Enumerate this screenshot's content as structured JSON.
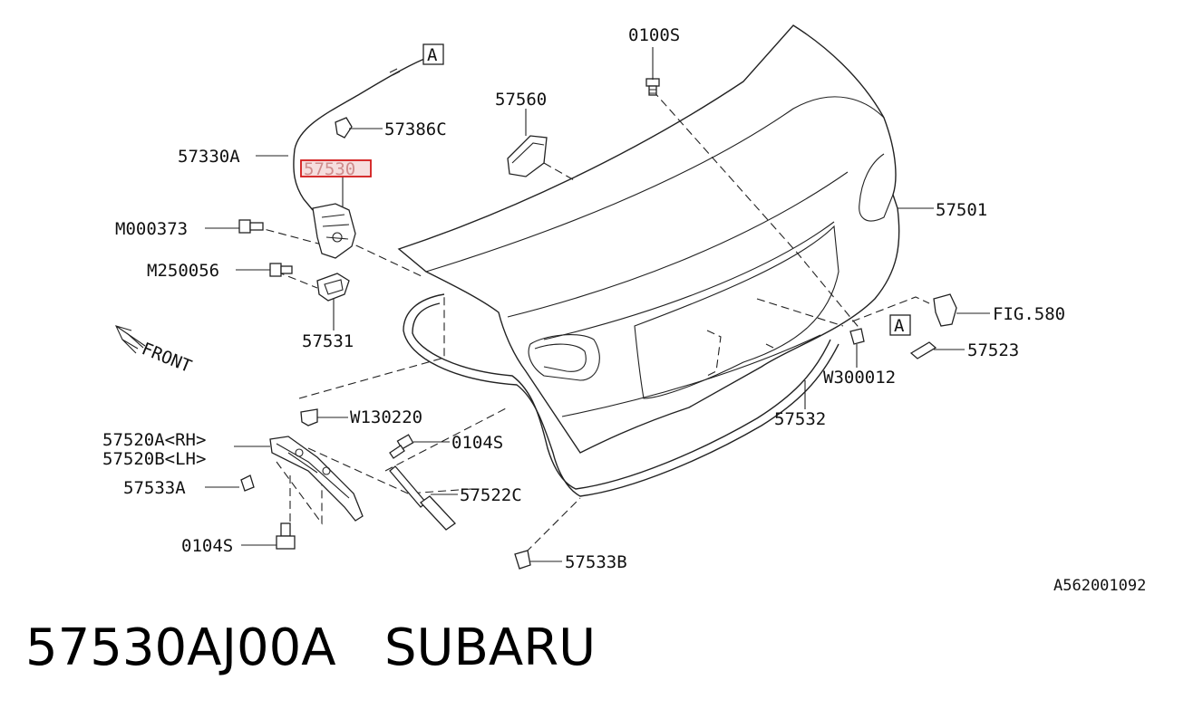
{
  "labels": {
    "p0100S_top": "0100S",
    "p57560": "57560",
    "p57386C": "57386C",
    "p57330A": "57330A",
    "p57530": "57530",
    "pM000373": "M000373",
    "pM250056": "M250056",
    "p57531": "57531",
    "front": "FRONT",
    "p57501": "57501",
    "pFIG580": "FIG.580",
    "p57523": "57523",
    "pW300012": "W300012",
    "p57532": "57532",
    "pW130220": "W130220",
    "p57520A": "57520A<RH>",
    "p57520B": "57520B<LH>",
    "p0104S_mid": "0104S",
    "p57533A": "57533A",
    "p57522C": "57522C",
    "p0104S_low": "0104S",
    "p57533B": "57533B",
    "markerA": "A",
    "drawing_no": "A562001092"
  },
  "caption": {
    "part_number": "57530AJ00A",
    "brand": "SUBARU"
  },
  "colors": {
    "highlight": "#d21a1a",
    "highlight_fill": "#f6dede"
  }
}
